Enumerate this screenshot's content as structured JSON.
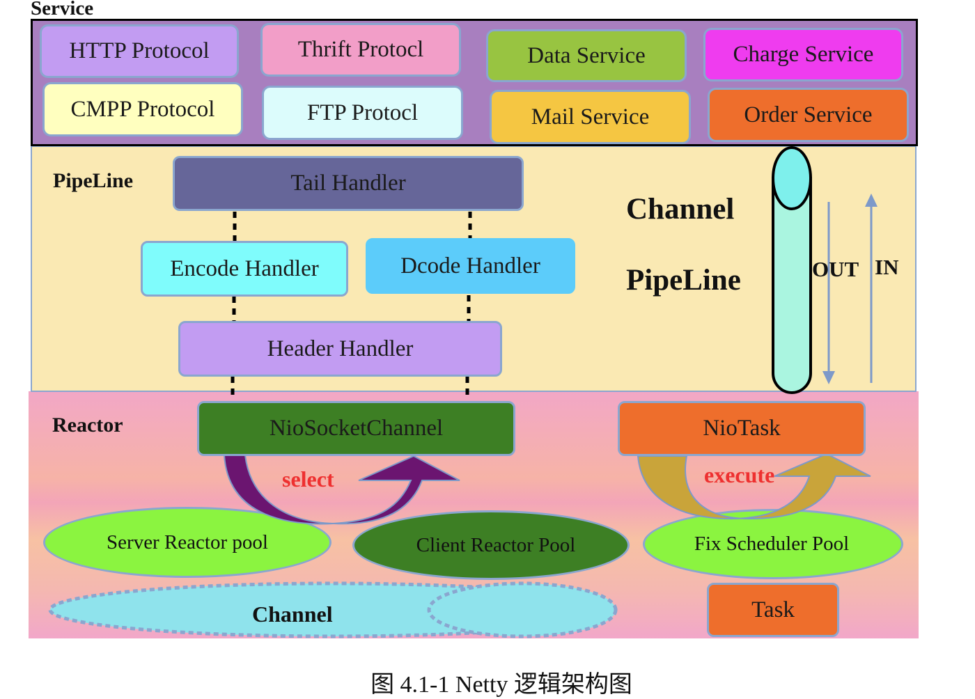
{
  "service": {
    "label": "Service",
    "boxes": [
      {
        "text": "HTTP Protocol",
        "color": "#c29cf2"
      },
      {
        "text": "Thrift Protocl",
        "color": "#f29ec8"
      },
      {
        "text": "Data Service",
        "color": "#98c441"
      },
      {
        "text": "Charge Service",
        "color": "#ef3cef"
      },
      {
        "text": "CMPP Protocol",
        "color": "#ffffbf"
      },
      {
        "text": "FTP Protocl",
        "color": "#dcfcfc"
      },
      {
        "text": "Mail Service",
        "color": "#f5c642"
      },
      {
        "text": "Order Service",
        "color": "#ee6e2c"
      }
    ]
  },
  "pipeline": {
    "label": "PipeLine",
    "title_line1": "Channel",
    "title_line2": "PipeLine",
    "tail_handler": "Tail Handler",
    "encode_handler": "Encode Handler",
    "dcode_handler": "Dcode Handler",
    "header_handler": "Header Handler",
    "out_label": "OUT",
    "in_label": "IN"
  },
  "reactor": {
    "label": "Reactor",
    "nio_socket_channel": "NioSocketChannel",
    "nio_task": "NioTask",
    "select_label": "select",
    "execute_label": "execute",
    "server_reactor_pool": "Server Reactor pool",
    "client_reactor_pool": "Client Reactor Pool",
    "fix_scheduler_pool": "Fix Scheduler Pool",
    "channel": "Channel",
    "task": "Task"
  },
  "caption": "图 4.1-1 Netty 逻辑架构图",
  "colors": {
    "service_bg": "#a87fbf",
    "pipeline_bg": "#fae9b3",
    "tail_handler": "#666699",
    "encode_handler": "#7ffcfc",
    "dcode_handler": "#5cccfa",
    "header_handler": "#c29cf2",
    "nio_socket_channel": "#3d7f24",
    "nio_task": "#ee6e2c",
    "pool_green": "#8bf440",
    "client_pool": "#3d7f24",
    "channel_ellipse": "#8fe3ec",
    "task": "#ee6e2c",
    "select_text": "#ee3030",
    "select_arrow": "#6b1570",
    "execute_arrow": "#f5c642",
    "cylinder": "#aaf5e0"
  }
}
